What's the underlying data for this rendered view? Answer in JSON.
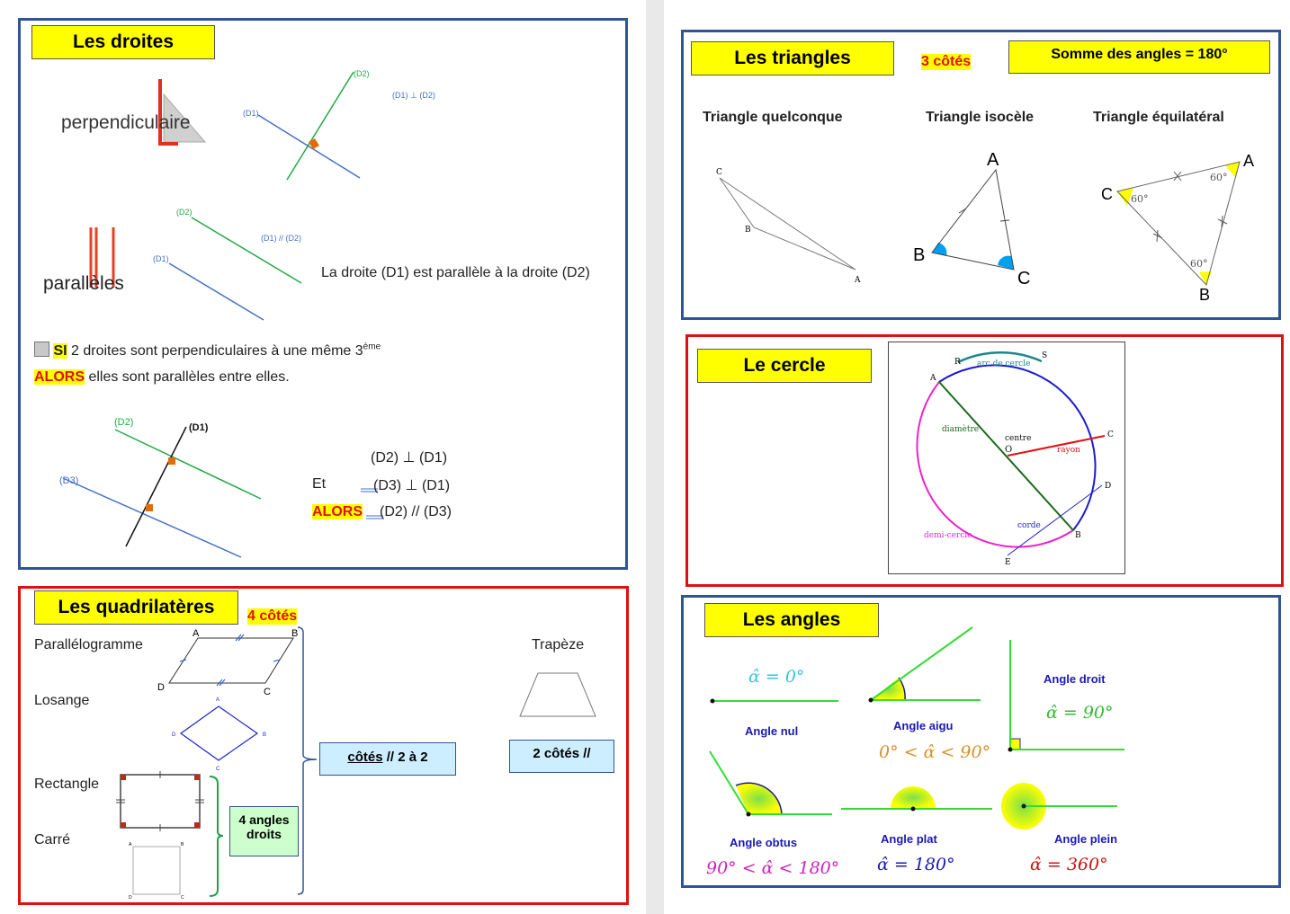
{
  "droites": {
    "title": "Les droites",
    "perp_word": "perpendiculaire",
    "perp_d1": "(D1)",
    "perp_d2": "(D2)",
    "perp_rel": "(D1) ⊥ (D2)",
    "par_word": "parallèles",
    "par_d1": "(D1)",
    "par_d2": "(D2)",
    "par_rel": "(D1) // (D2)",
    "par_sentence": "La droite (D1) est parallèle à la droite (D2)",
    "si": "SI",
    "si_text": "2 droites sont perpendiculaires à une même 3",
    "si_sup": "ème",
    "alors": "ALORS",
    "alors_text": "elles sont parallèles entre elles.",
    "fig_d1": "(D1)",
    "fig_d2": "(D2)",
    "fig_d3": "(D3)",
    "line1": "(D2) ⊥ (D1)",
    "et": "Et",
    "line2": "(D3) ⊥ (D1)",
    "alors2": "ALORS",
    "line3": "(D2)  // (D3)"
  },
  "quadri": {
    "title": "Les quadrilatères",
    "sides": "4 côtés",
    "parallelogramme": "Parallélogramme",
    "losange": "Losange",
    "rectangle": "Rectangle",
    "carre": "Carré",
    "trapeze": "Trapèze",
    "cotes_par": "côtés",
    "cotes_par_rest": " // 2 à 2",
    "angles_droits": "4 angles droits",
    "deux_cotes": "2 côtés //",
    "pA": "A",
    "pB": "B",
    "pC": "C",
    "pD": "D",
    "lA": "A",
    "lB": "B",
    "lC": "C",
    "lD": "D",
    "cA": "A",
    "cB": "B",
    "cC": "C",
    "cD": "D"
  },
  "triangles": {
    "title": "Les triangles",
    "sides": "3 côtés",
    "somme": "Somme des angles = 180°",
    "quelconque": "Triangle quelconque",
    "isocele": "Triangle isocèle",
    "equilateral": "Triangle équilatéral",
    "qA": "A",
    "qB": "B",
    "qC": "C",
    "iA": "A",
    "iB": "B",
    "iC": "C",
    "eA": "A",
    "eB": "B",
    "eC": "C",
    "deg60": "60°"
  },
  "cercle": {
    "title": "Le cercle",
    "arc": "arc de cercle",
    "diametre": "diamètre",
    "centre": "centre",
    "O": "O",
    "rayon": "rayon",
    "corde": "corde",
    "demi": "demi-cercle",
    "A": "A",
    "B": "B",
    "C": "C",
    "D": "D",
    "E": "E",
    "R": "R",
    "S": "S"
  },
  "angles": {
    "title": "Les angles",
    "nul": "Angle nul",
    "nul_f": "α̂ = 0°",
    "aigu": "Angle aigu",
    "aigu_f": "0° < α̂ < 90°",
    "droit": "Angle droit",
    "droit_f": "α̂ = 90°",
    "obtus": "Angle obtus",
    "obtus_f": "90° < α̂ < 180°",
    "plat": "Angle plat",
    "plat_f": "α̂ = 180°",
    "plein": "Angle plein",
    "plein_f": "α̂ = 360°"
  }
}
